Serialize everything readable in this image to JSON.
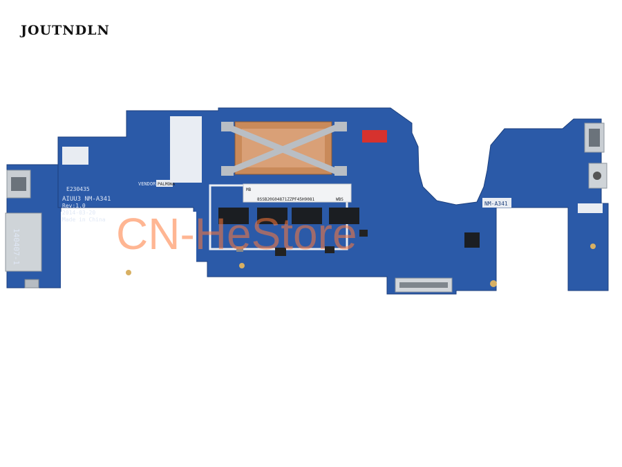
{
  "brand": "JOUTNDLN",
  "watermark": "CN-HeStore",
  "silkscreen": {
    "board_id": "AIUU3 NM-A341",
    "rev": "Rev:1.0",
    "date": "2014-03-20",
    "origin": "Made in China",
    "vendor": "VENDOR",
    "vendor_code": "PALMONA",
    "batch": "E230435",
    "side_code": "140407-1",
    "right_label": "NM-A341",
    "ram_code": "8SSB20G04871ZZPF45H9081",
    "ram_suffix": "WBS",
    "mb": "MB"
  },
  "colors": {
    "pcb": "#2b5aa8",
    "pcb_dark": "#214a93",
    "copper": "#c98a5a",
    "metal": "#b9bec4",
    "watermark": "#ff7a3a"
  }
}
